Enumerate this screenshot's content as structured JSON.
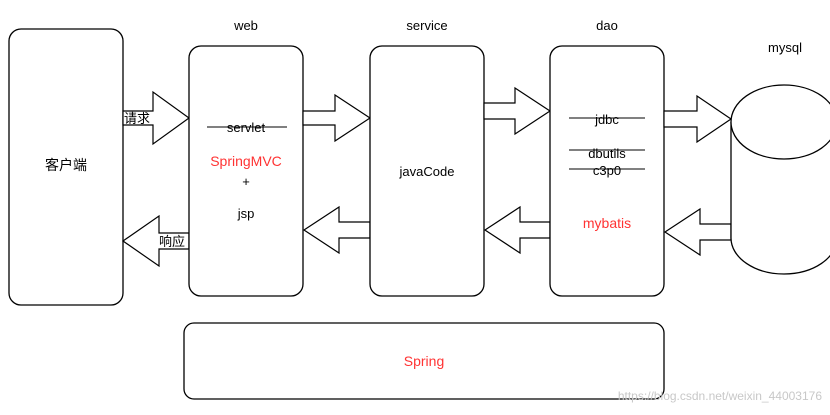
{
  "client": {
    "label": "客户端"
  },
  "request_label": "请求",
  "response_label": "响应",
  "web": {
    "title": "web",
    "servlet": "servlet",
    "springmvc": "SpringMVC",
    "plus": "+",
    "jsp": "jsp"
  },
  "service": {
    "title": "service",
    "body": "javaCode"
  },
  "dao": {
    "title": "dao",
    "jdbc": "jdbc",
    "dbutils": "dbutils",
    "c3p0": "c3p0",
    "mybatis": "mybatis"
  },
  "mysql": {
    "title": "mysql"
  },
  "spring": {
    "label": "Spring"
  },
  "watermark": "https://blog.csdn.net/weixin_44003176",
  "colors": {
    "stroke": "#000000",
    "text": "#000000",
    "accent": "#ff3333",
    "watermark": "#c8c8c8"
  }
}
